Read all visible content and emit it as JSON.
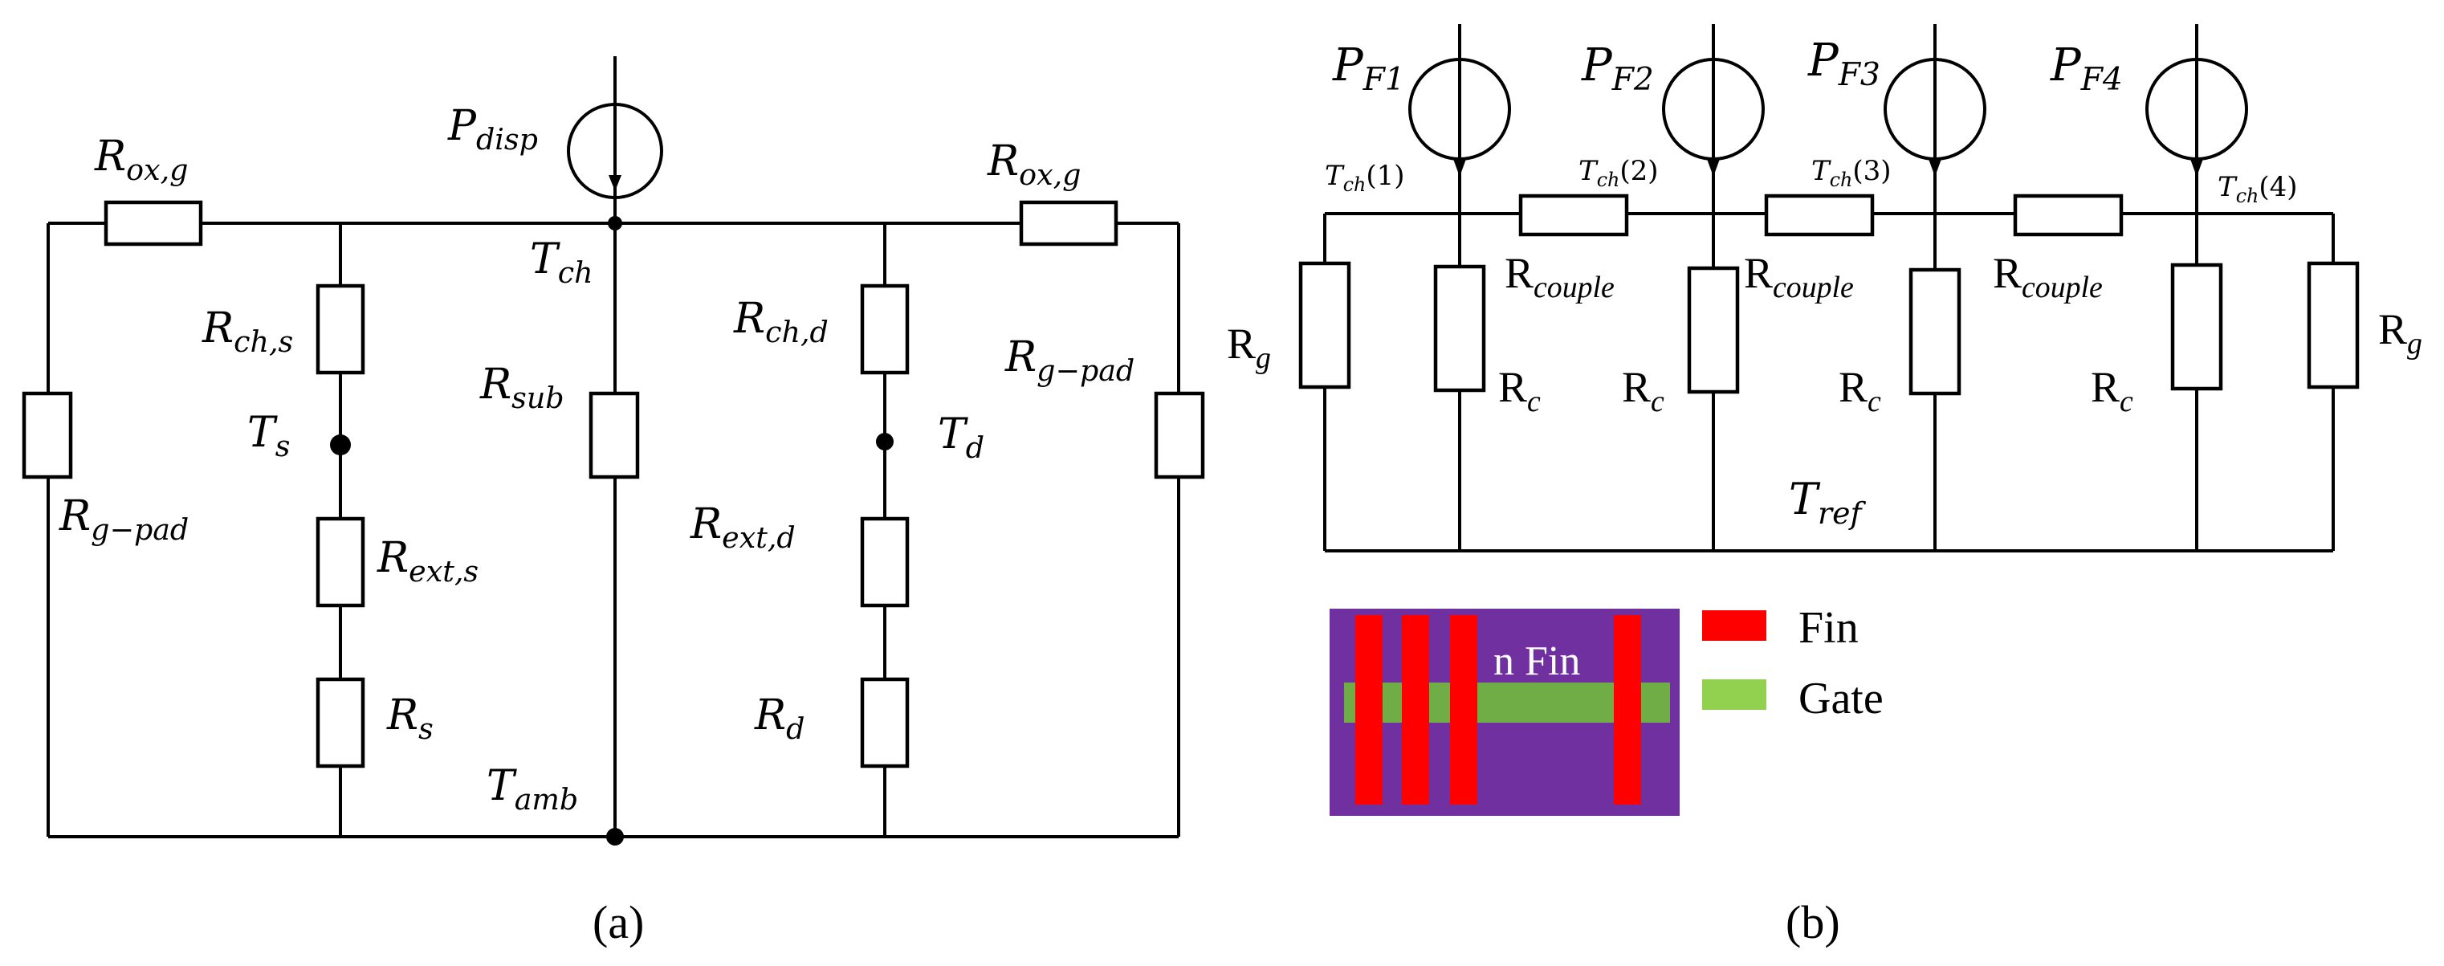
{
  "panel_a": {
    "caption": "(a)",
    "labels": {
      "rox_g_left": "R",
      "rox_g_left_sub": "ox,g",
      "rox_g_right": "R",
      "rox_g_right_sub": "ox,g",
      "p_disp": "P",
      "p_disp_sub": "disp",
      "t_ch": "T",
      "t_ch_sub": "ch",
      "r_ch_s": "R",
      "r_ch_s_sub": "ch,s",
      "t_s": "T",
      "t_s_sub": "s",
      "r_ext_s": "R",
      "r_ext_s_sub": "ext,s",
      "r_s": "R",
      "r_s_sub": "s",
      "r_sub": "R",
      "r_sub_sub": "sub",
      "t_amb": "T",
      "t_amb_sub": "amb",
      "r_ch_d": "R",
      "r_ch_d_sub": "ch,d",
      "t_d": "T",
      "t_d_sub": "d",
      "r_ext_d": "R",
      "r_ext_d_sub": "ext,d",
      "r_d": "R",
      "r_d_sub": "d",
      "r_g_pad_left": "R",
      "r_g_pad_left_sub": "g−pad",
      "r_g_pad_right": "R",
      "r_g_pad_right_sub": "g−pad"
    }
  },
  "panel_b": {
    "caption": "(b)",
    "sources": [
      {
        "main": "P",
        "sub": "F1"
      },
      {
        "main": "P",
        "sub": "F2"
      },
      {
        "main": "P",
        "sub": "F3"
      },
      {
        "main": "P",
        "sub": "F4"
      }
    ],
    "nodes": [
      {
        "main": "T",
        "sub": "ch",
        "suffix": "(1)"
      },
      {
        "main": "T",
        "sub": "ch",
        "suffix": "(2)"
      },
      {
        "main": "T",
        "sub": "ch",
        "suffix": "(3)"
      },
      {
        "main": "T",
        "sub": "ch",
        "suffix": "(4)"
      }
    ],
    "r_couple": {
      "main": "R",
      "sub": "couple"
    },
    "r_c": {
      "main": "R",
      "sub": "c"
    },
    "r_g": {
      "main": "R",
      "sub": "g"
    },
    "t_ref": {
      "main": "T",
      "sub": "ref"
    },
    "legend": {
      "inset_text": "n Fin",
      "fin_label": "Fin",
      "gate_label": "Gate",
      "fin_color": "#ff0000",
      "gate_color": "#92d050",
      "gate_bar_color": "#70ad47",
      "substrate_color": "#7030a0"
    }
  }
}
